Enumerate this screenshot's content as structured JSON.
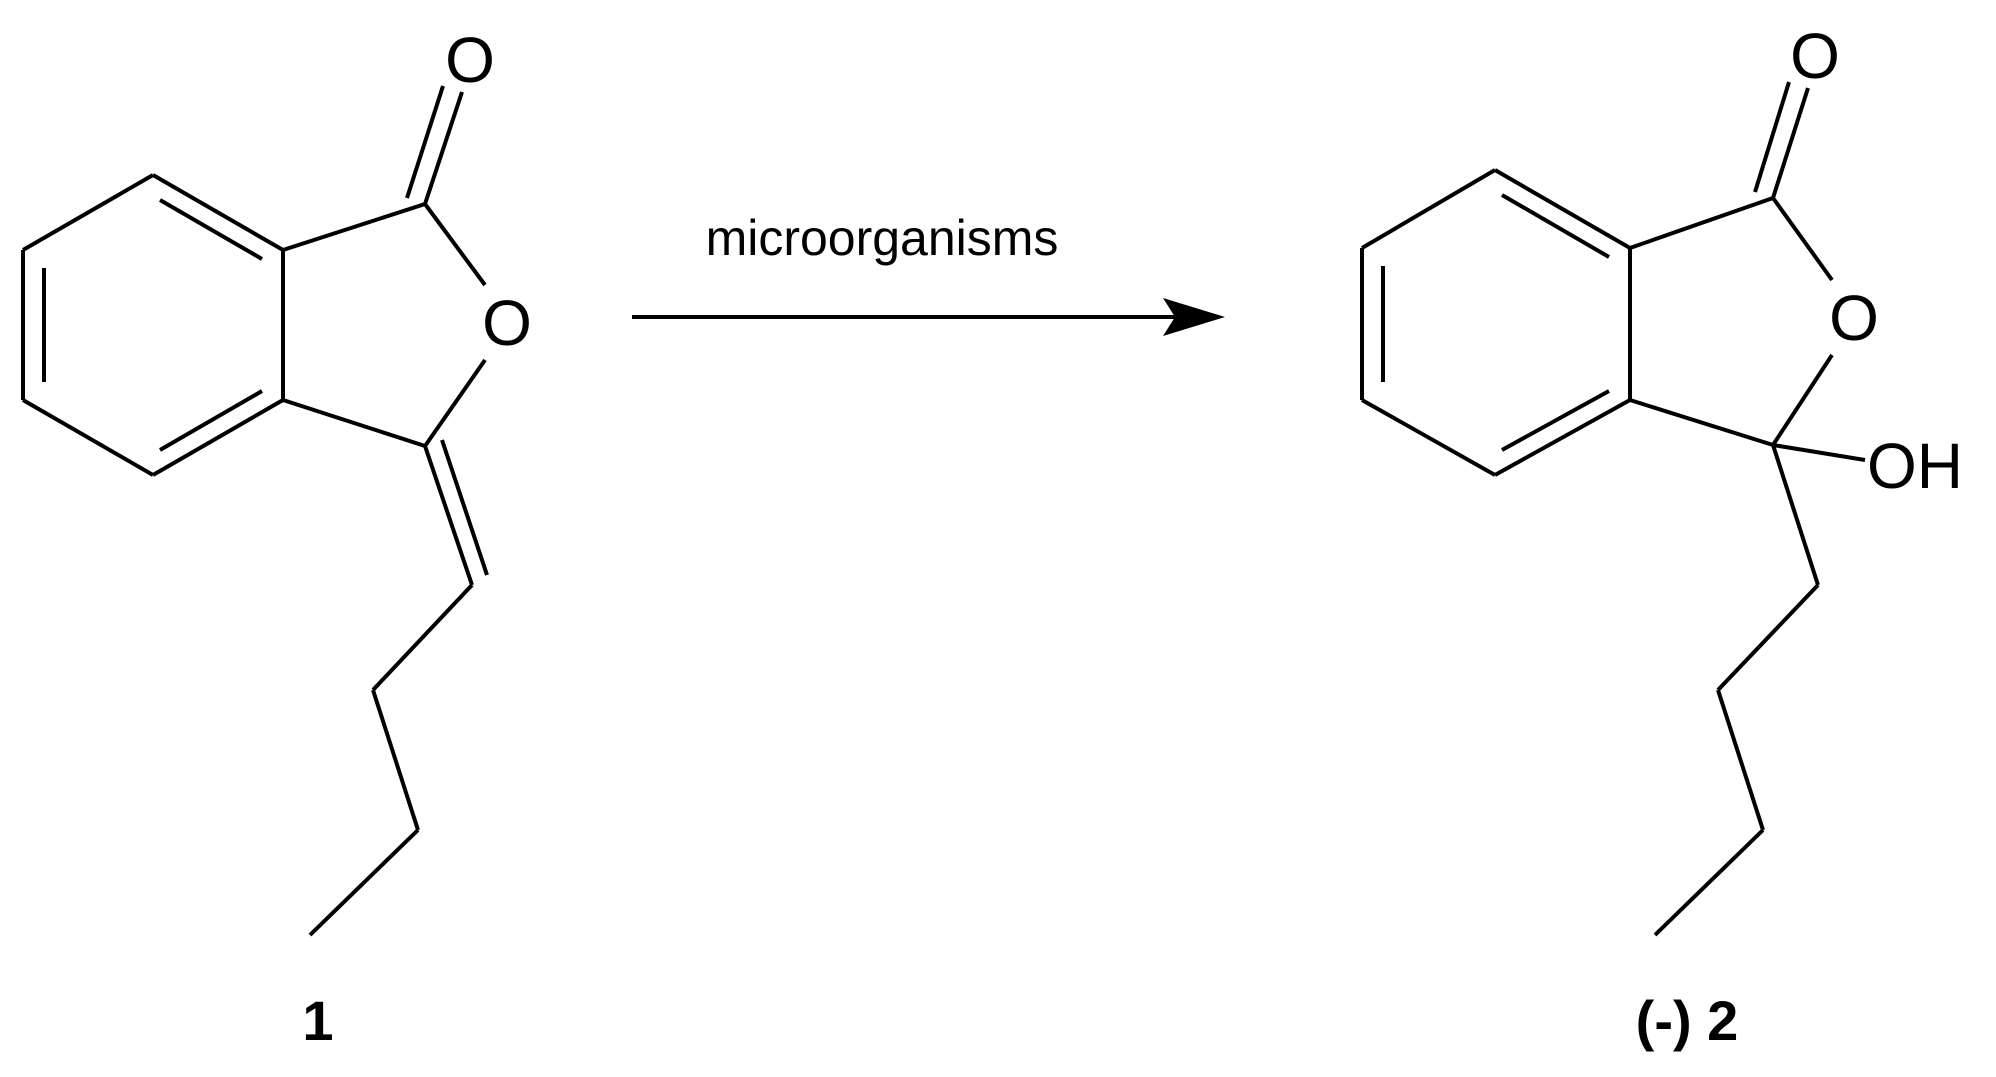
{
  "reaction": {
    "reagent": "microorganisms",
    "arrow": "forward",
    "reactant": {
      "label": "1",
      "atoms": {
        "carbonyl_O": "O",
        "ring_O": "O"
      },
      "feature": "exocyclic C=C double bond to butylidene chain"
    },
    "product": {
      "label": "(-) 2",
      "atoms": {
        "carbonyl_O": "O",
        "ring_O": "O",
        "hydroxyl": "OH"
      },
      "feature": "butyl chain and OH on ring carbon"
    }
  },
  "colors": {
    "ink": "#000000",
    "background": "#ffffff"
  }
}
